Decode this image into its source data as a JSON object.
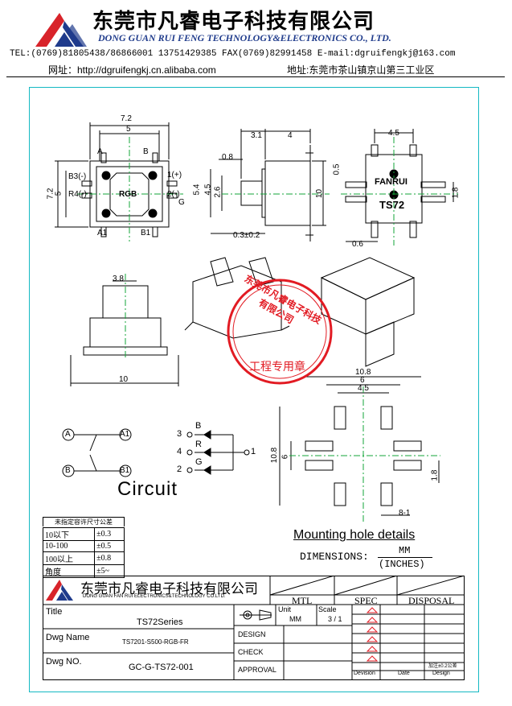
{
  "header": {
    "company_cn": "东莞市凡睿电子科技有限公司",
    "company_en": "DONG GUAN RUI FENG TECHNOLOGY&ELECTRONICS CO., LTD.",
    "contact": "TEL:(0769)81805438/86866001 13751429385  FAX(0769)82991458   E-mail:dgruifengkj@163.com",
    "website": "网址：http://dgruifengkj.cn.alibaba.com",
    "address": "地址:东莞市茶山镇京山第三工业区"
  },
  "drawing": {
    "top_view": {
      "dims": [
        "7.2",
        "5",
        "7.2",
        "5"
      ],
      "pins": [
        "A",
        "B",
        "B3(-)",
        "1(+)",
        "R4(-)",
        "2(-)",
        "G",
        "A1",
        "B1"
      ],
      "center_label": "RGB"
    },
    "side_view": {
      "dims": [
        "3.1",
        "4",
        "0.8",
        "5.4",
        "4.5",
        "2.6",
        "10",
        "0.3±0.2"
      ]
    },
    "right_view": {
      "dims": [
        "4.5",
        "0.5",
        "1.8",
        "0.6"
      ],
      "brand": "FANRUI",
      "model": "TS72"
    },
    "front_view": {
      "dims": [
        "3.8",
        "10"
      ]
    },
    "mounting": {
      "dims": [
        "10.8",
        "6",
        "4.5",
        "10.8",
        "6",
        "1.8",
        "8-1"
      ],
      "title": "Mounting hole details"
    },
    "circuit": {
      "nodes": [
        "A",
        "A1",
        "B",
        "B1"
      ],
      "led_pins": [
        "3",
        "4",
        "2",
        "1"
      ],
      "led_labels": [
        "B",
        "R",
        "G"
      ],
      "label": "Circuit"
    },
    "stamp_text": "东莞市凡睿电子科技有限公司",
    "stamp_sub": "工程专用章"
  },
  "units": {
    "label": "DIMENSIONS:",
    "primary": "MM",
    "secondary": "(INCHES)"
  },
  "tolerance": {
    "title": "未指定容许尺寸公差",
    "rows": [
      [
        "10以下",
        "±0.3"
      ],
      [
        "10-100",
        "±0.5"
      ],
      [
        "100以上",
        "±0.8"
      ],
      [
        "角度",
        "±5~"
      ]
    ]
  },
  "title_block": {
    "company_cn": "东莞市凡睿电子科技有限公司",
    "company_en": "DONG GUAN FAN RUI ELECTRONICS&TECHNOLOGY CO.LTD.",
    "cols": [
      "MTL",
      "SPEC",
      "DISPOSAL"
    ],
    "title_label": "Title",
    "title_value": "TS72Series",
    "dwg_name_label": "Dwg Name",
    "dwg_name_value": "TS7201-S500-RGB-FR",
    "dwg_no_label": "Dwg NO.",
    "dwg_no_value": "GC-G-TS72-001",
    "unit_label": "Unit",
    "unit_value": "MM",
    "scale_label": "Scale",
    "scale_value": "3 / 1",
    "design_label": "DESIGN",
    "check_label": "CHECK",
    "approval_label": "APPROVAL",
    "revision_headers": [
      "Devision",
      "Date",
      "Design"
    ],
    "revision_note": "加注±0.2公差"
  }
}
